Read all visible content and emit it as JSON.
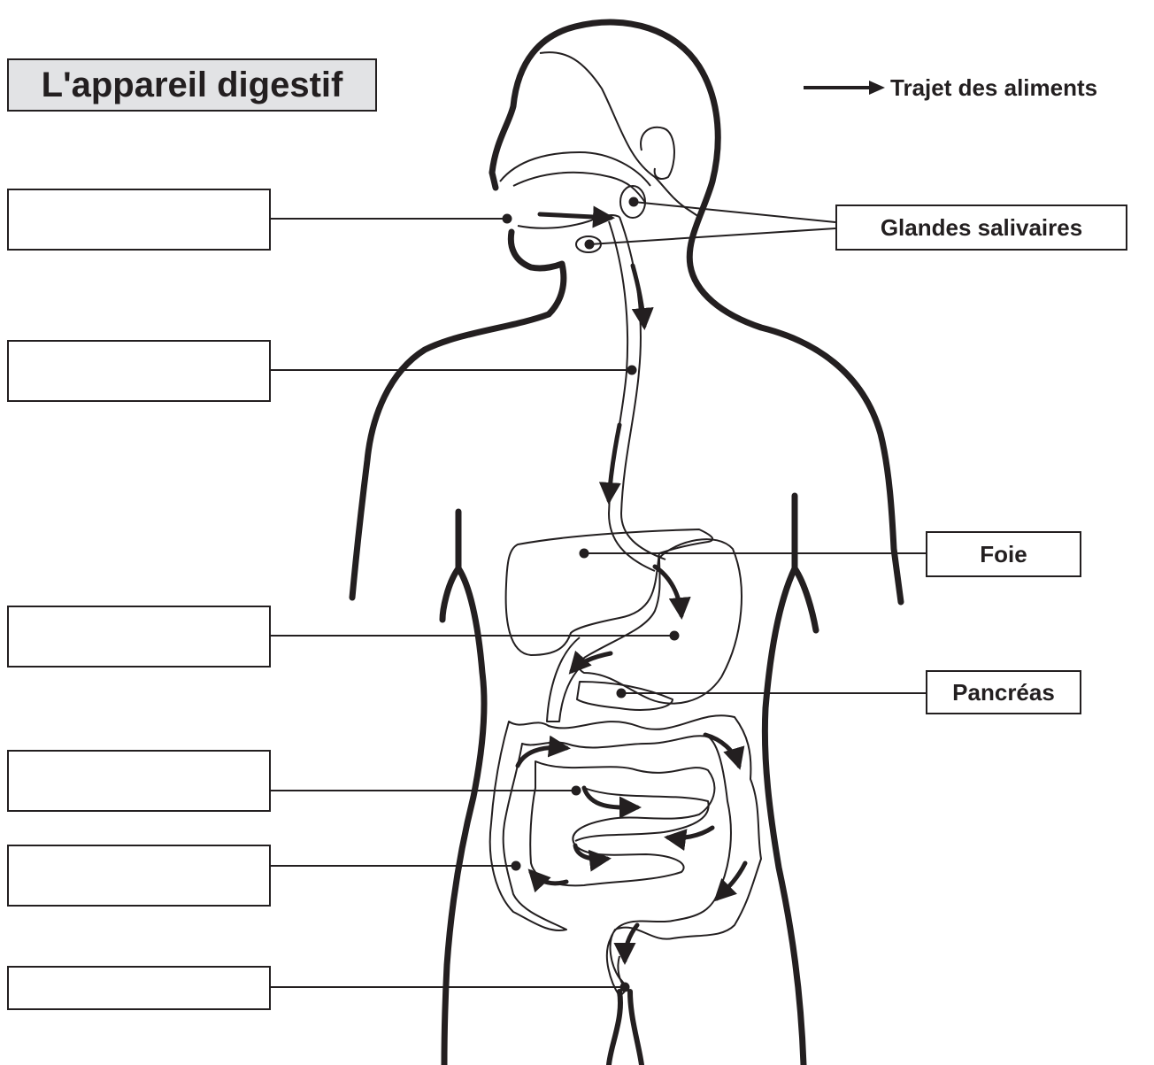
{
  "title": "L'appareil digestif",
  "legend": {
    "text": "Trajet des aliments"
  },
  "labels": {
    "salivary_glands": "Glandes salivaires",
    "liver": "Foie",
    "pancreas": "Pancréas"
  },
  "blank_label_boxes": [
    {
      "text": ""
    },
    {
      "text": ""
    },
    {
      "text": ""
    },
    {
      "text": ""
    },
    {
      "text": ""
    },
    {
      "text": ""
    }
  ],
  "colors": {
    "ink": "#231f20",
    "title_fill": "#e2e3e5",
    "background": "#ffffff"
  }
}
